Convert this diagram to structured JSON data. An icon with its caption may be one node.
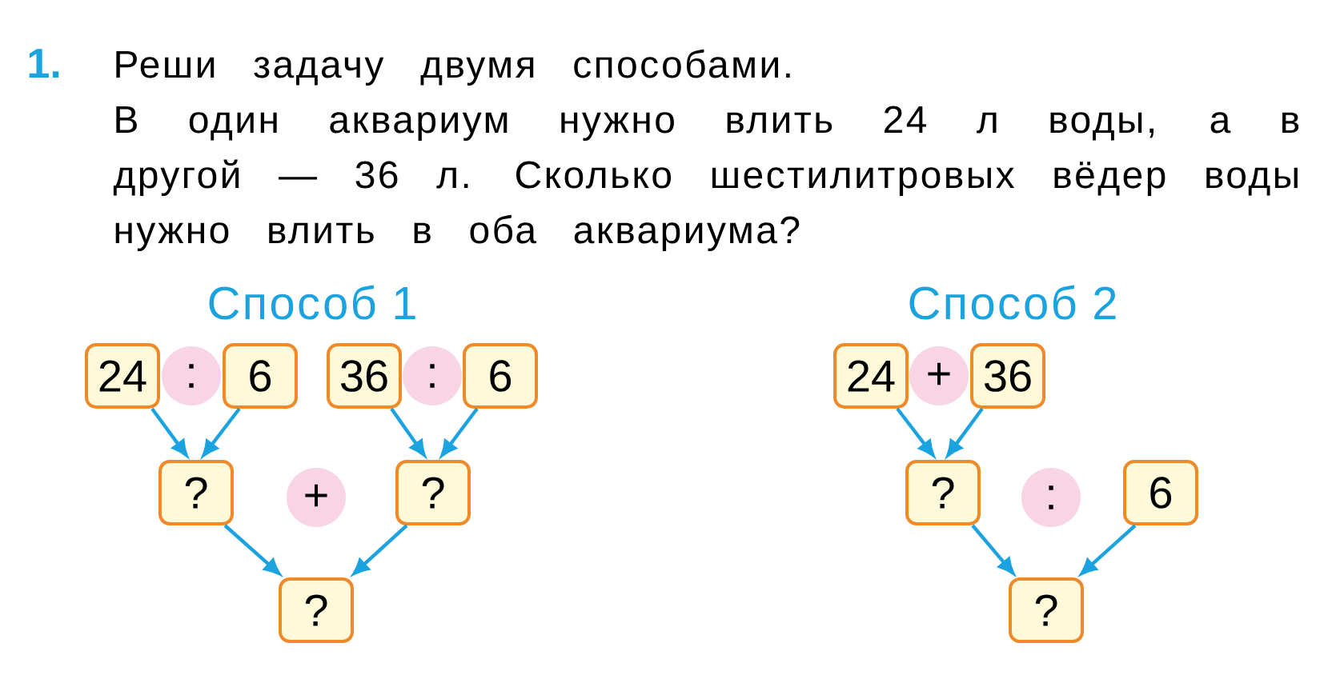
{
  "diagram": {
    "title": "Реши задачу двумя способами.",
    "nodes": [
      {
        "text": [
          "24"
        ]
      },
      {
        "text": [
          ":"
        ]
      },
      {
        "text": [
          "6"
        ]
      },
      {
        "text": [
          "36"
        ]
      },
      {
        "text": [
          ":"
        ]
      },
      {
        "text": [
          "6"
        ]
      },
      {
        "text": [
          "?"
        ]
      },
      {
        "text": [
          "+"
        ]
      },
      {
        "text": [
          "?"
        ]
      },
      {
        "text": [
          "?"
        ]
      },
      {
        "text": [
          "24"
        ]
      },
      {
        "text": [
          "+"
        ]
      },
      {
        "text": [
          "36"
        ]
      },
      {
        "text": [
          "?"
        ]
      },
      {
        "text": [
          ":"
        ]
      },
      {
        "text": [
          "6"
        ]
      },
      {
        "text": [
          "?"
        ]
      }
    ],
    "edges": [
      {
        "from": 0,
        "to": 6,
        "arrow": "to"
      },
      {
        "from": 2,
        "to": 6,
        "arrow": "to"
      },
      {
        "from": 3,
        "to": 8,
        "arrow": "to"
      },
      {
        "from": 5,
        "to": 8,
        "arrow": "to"
      },
      {
        "from": 6,
        "to": 9,
        "arrow": "to"
      },
      {
        "from": 8,
        "to": 9,
        "arrow": "to"
      },
      {
        "from": 10,
        "to": 13,
        "arrow": "to"
      },
      {
        "from": 12,
        "to": 13,
        "arrow": "to"
      },
      {
        "from": 13,
        "to": 16,
        "arrow": "to"
      },
      {
        "from": 15,
        "to": 16,
        "arrow": "to"
      }
    ],
    "labels": [
      "1.",
      "В один аквариум нужно влить 24 л воды, а в другой — 36 л. Сколько шестилитровых вёдер воды нужно влить в оба аквариума?",
      "Способ 1",
      "Способ 2"
    ]
  }
}
